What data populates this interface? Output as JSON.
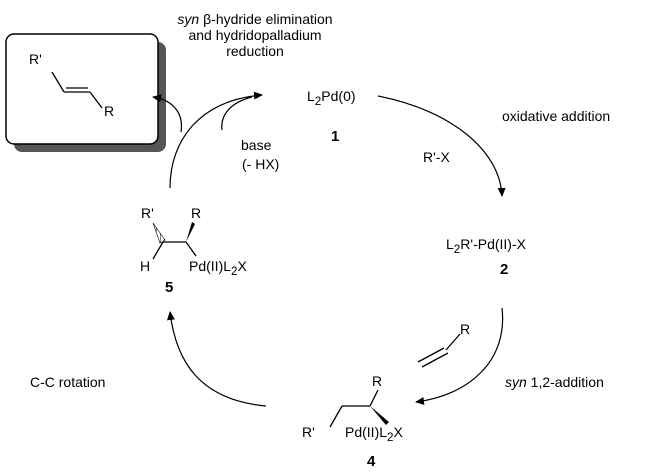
{
  "header": {
    "line1_italic": "syn",
    "line1_rest": " β-hydride elimination",
    "line2": "and hydridopalladium",
    "line3": "reduction"
  },
  "product": {
    "r_top": "R'",
    "r_bottom": "R"
  },
  "catalyst": {
    "pre": "L",
    "sub": "2",
    "post": "Pd(0)",
    "number": "1"
  },
  "base": {
    "line1": "base",
    "line2": "(- HX)"
  },
  "oxidative_addition": {
    "label": "oxidative addition",
    "reagent": "R'-X"
  },
  "intermediate2": {
    "pre": "L",
    "sub": "2",
    "post": "R'-Pd(II)-X",
    "number": "2"
  },
  "alkene": {
    "r": "R"
  },
  "syn_addition": {
    "italic": "syn",
    "rest": " 1,2-addition"
  },
  "intermediate4": {
    "r": "R",
    "r_prime": "R'",
    "pd_pre": "Pd(II)L",
    "pd_sub": "2",
    "pd_post": "X",
    "number": "4"
  },
  "rotation": {
    "label": "C-C rotation"
  },
  "intermediate5": {
    "r_prime": "R'",
    "r": "R",
    "h": "H",
    "pd_pre": "Pd(II)L",
    "pd_sub": "2",
    "pd_post": "X",
    "number": "5"
  }
}
